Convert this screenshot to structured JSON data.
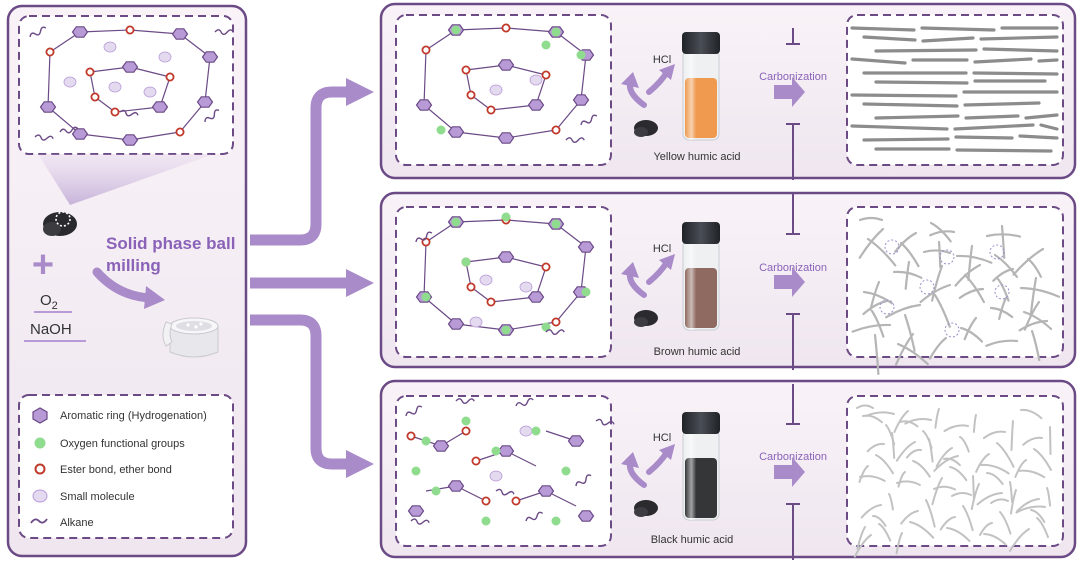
{
  "left_panel": {
    "process_label_line1": "Solid phase ball",
    "process_label_line2": "milling",
    "plus_symbol": "+",
    "reagent_oxygen": "O",
    "reagent_oxygen_subscript": "2",
    "reagent_base": "NaOH"
  },
  "legend": {
    "items": [
      {
        "icon": "aromatic-ring-icon",
        "label": "Aromatic ring (Hydrogenation)"
      },
      {
        "icon": "oxygen-group-icon",
        "label": "Oxygen functional groups"
      },
      {
        "icon": "ester-bond-icon",
        "label": "Ester bond, ether bond"
      },
      {
        "icon": "small-molecule-icon",
        "label": "Small molecule"
      },
      {
        "icon": "alkane-icon",
        "label": "Alkane"
      }
    ]
  },
  "rows": [
    {
      "acid_label": "HCl",
      "product_label": "Yellow humic acid",
      "step_label": "Carbonization",
      "liquid_color": "#ef9a4f"
    },
    {
      "acid_label": "HCl",
      "product_label": "Brown humic acid",
      "step_label": "Carbonization",
      "liquid_color": "#8f6a60"
    },
    {
      "acid_label": "HCl",
      "product_label": "Black humic acid",
      "step_label": "Carbonization",
      "liquid_color": "#343638"
    }
  ],
  "colors": {
    "frame": "#6b4a86",
    "arrow": "#a98bc9",
    "accent_text": "#8a63b8",
    "panel_fill": "#f7f1f6",
    "oxygen": "#8fdc8f",
    "ester": "#c0392b",
    "ring": "#b79ad6"
  }
}
